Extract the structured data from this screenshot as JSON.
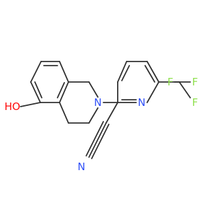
{
  "molecule": {
    "atoms": [
      {
        "id": "OH",
        "label": "HO",
        "color": "#ff0d0d"
      },
      {
        "id": "N_ring1",
        "label": "N",
        "color": "#3050f8"
      },
      {
        "id": "N_pyr",
        "label": "N",
        "color": "#3050f8"
      },
      {
        "id": "N_nitrile",
        "label": "N",
        "color": "#3050f8"
      },
      {
        "id": "F1",
        "label": "F",
        "color": "#90e050"
      },
      {
        "id": "F2",
        "label": "F",
        "color": "#90e050"
      },
      {
        "id": "F3",
        "label": "F",
        "color": "#90e050"
      }
    ],
    "bond_color": "#303030",
    "background": "#ffffff"
  }
}
